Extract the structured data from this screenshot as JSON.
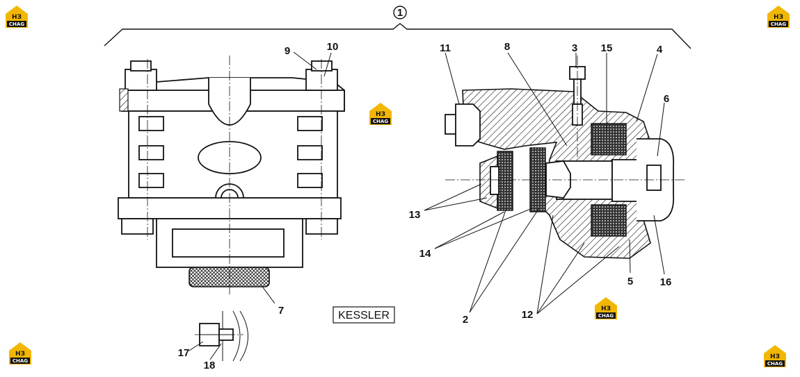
{
  "brand_text": "KESSLER",
  "watermark": {
    "top": "НЗ",
    "bottom": "CHAG"
  },
  "callouts": {
    "c1": "1",
    "c2": "2",
    "c3": "3",
    "c4": "4",
    "c5": "5",
    "c6": "6",
    "c7": "7",
    "c8": "8",
    "c9": "9",
    "c10": "10",
    "c11": "11",
    "c12": "12",
    "c13": "13",
    "c14": "14",
    "c15": "15",
    "c16": "16",
    "c17": "17",
    "c18": "18"
  },
  "colors": {
    "line": "#111111",
    "logo": "#f2b705",
    "background": "#ffffff"
  }
}
